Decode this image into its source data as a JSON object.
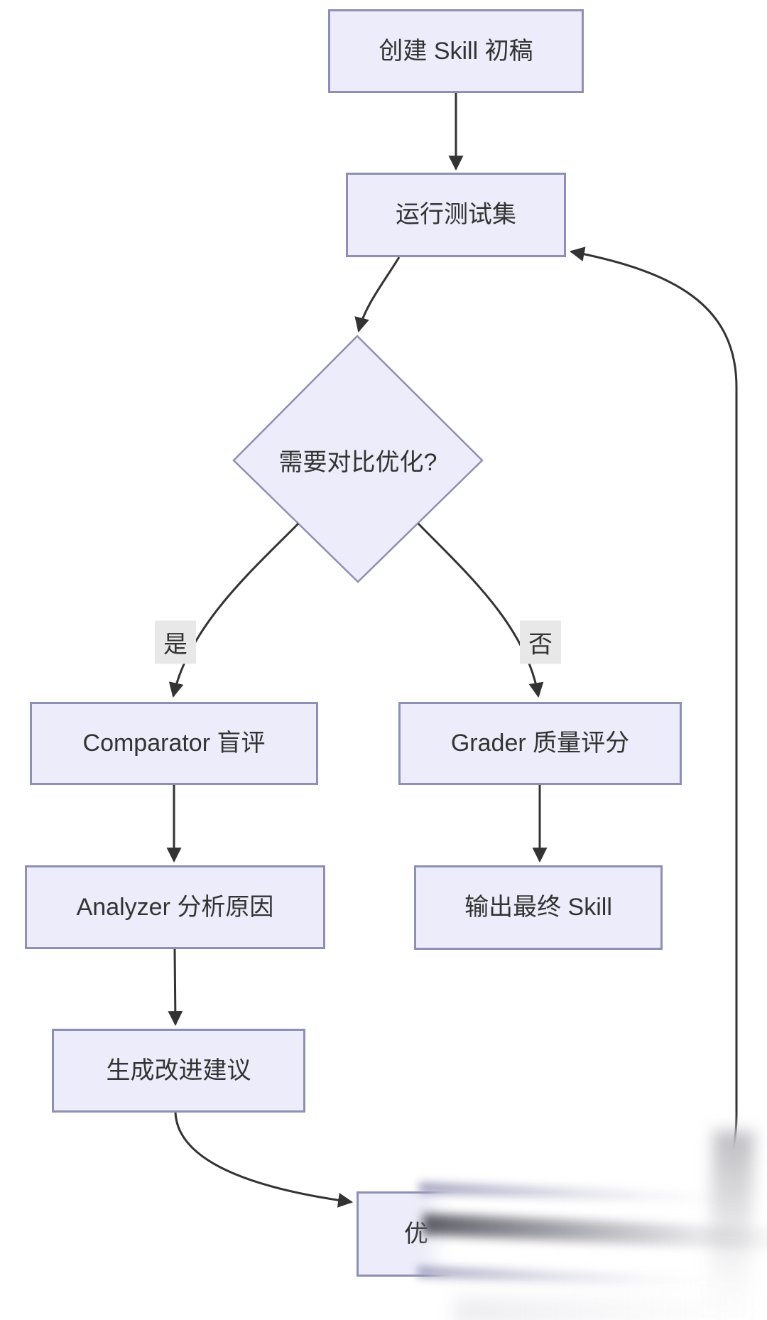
{
  "diagram_type": "flowchart",
  "colors": {
    "node_fill": "#ECECFA",
    "node_border": "#8E8FB5",
    "edge": "#333333",
    "text": "#333333",
    "label_bg": "#E8E8E8",
    "background": "#FFFFFF"
  },
  "nodes": {
    "create": {
      "label": "创建 Skill 初稿",
      "shape": "rect"
    },
    "run": {
      "label": "运行测试集",
      "shape": "rect"
    },
    "decide": {
      "label": "需要对比优化?",
      "shape": "diamond"
    },
    "comparator": {
      "label": "Comparator 盲评",
      "shape": "rect"
    },
    "grader": {
      "label": "Grader 质量评分",
      "shape": "rect"
    },
    "analyzer": {
      "label": "Analyzer 分析原因",
      "shape": "rect"
    },
    "output": {
      "label": "输出最终 Skill",
      "shape": "rect"
    },
    "suggest": {
      "label": "生成改进建议",
      "shape": "rect"
    },
    "optimize": {
      "label": "优",
      "shape": "rect"
    }
  },
  "edge_labels": {
    "yes": {
      "label": "是"
    },
    "no": {
      "label": "否"
    }
  },
  "edges": [
    {
      "from": "create",
      "to": "run"
    },
    {
      "from": "run",
      "to": "decide"
    },
    {
      "from": "decide",
      "to": "comparator",
      "label": "是"
    },
    {
      "from": "decide",
      "to": "grader",
      "label": "否"
    },
    {
      "from": "comparator",
      "to": "analyzer"
    },
    {
      "from": "grader",
      "to": "output"
    },
    {
      "from": "analyzer",
      "to": "suggest"
    },
    {
      "from": "suggest",
      "to": "optimize"
    },
    {
      "from": "optimize",
      "to": "run"
    }
  ]
}
